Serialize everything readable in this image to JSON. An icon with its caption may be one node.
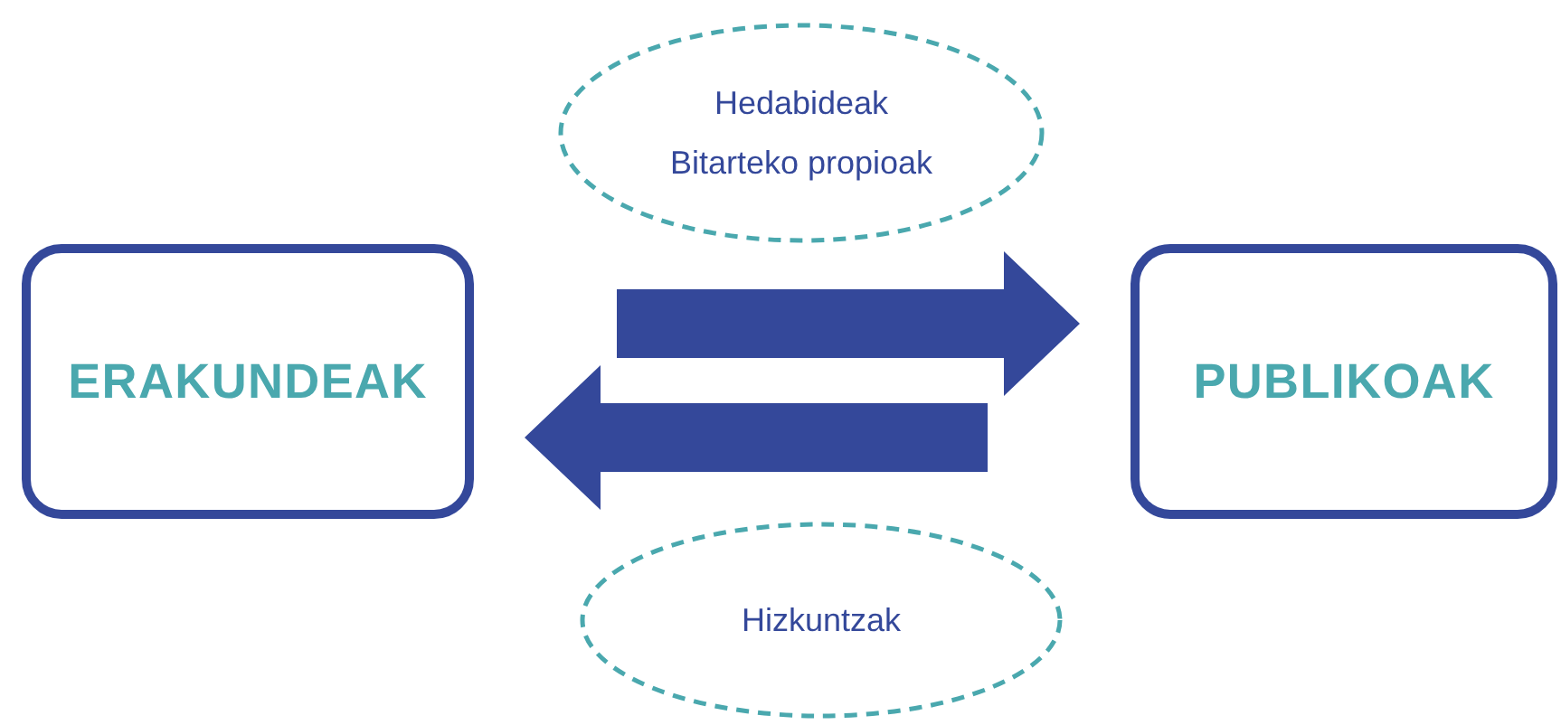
{
  "diagram": {
    "nodes": [
      {
        "text": [
          "ERAKUNDEAK"
        ]
      },
      {
        "text": [
          "PUBLIKOAK"
        ]
      },
      {
        "text": [
          "Hedabideak",
          "Bitarteko propioak"
        ]
      },
      {
        "text": [
          "Hizkuntzak"
        ]
      }
    ],
    "edges": [
      {
        "from": 0,
        "to": 1,
        "arrow": "to",
        "style": "thick"
      },
      {
        "from": 1,
        "to": 0,
        "arrow": "to",
        "style": "thick"
      }
    ]
  }
}
